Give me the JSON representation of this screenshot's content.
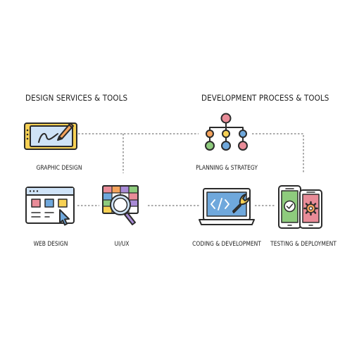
{
  "headings": {
    "design": "DESIGN SERVICES & TOOLS",
    "development": "DEVELOPMENT PROCESS & TOOLS"
  },
  "nodes": [
    {
      "id": "graphic-design",
      "label": "GRAPHIC DESIGN",
      "icon": "drawing-tablet-icon"
    },
    {
      "id": "web-design",
      "label": "WEB DESIGN",
      "icon": "website-layout-icon"
    },
    {
      "id": "ui-ux",
      "label": "UI/UX",
      "icon": "magnifier-grid-icon"
    },
    {
      "id": "planning-strategy",
      "label": "PLANNING & STRATEGY",
      "icon": "flowchart-icon"
    },
    {
      "id": "coding-development",
      "label": "CODING & DEVELOPMENT",
      "icon": "laptop-code-wrench-icon"
    },
    {
      "id": "testing-deployment",
      "label": "TESTING & DEPLOYMENT",
      "icon": "two-phones-check-gear-icon"
    }
  ],
  "colors": {
    "outline": "#2b2b2b",
    "yellow": "#f7d154",
    "green": "#8ecb7d",
    "blue": "#6fa8dc",
    "pink": "#e98c98",
    "purple": "#a98bd6",
    "orange": "#f4a35c",
    "light_blue": "#cfe3f7",
    "connector": "#555555"
  }
}
